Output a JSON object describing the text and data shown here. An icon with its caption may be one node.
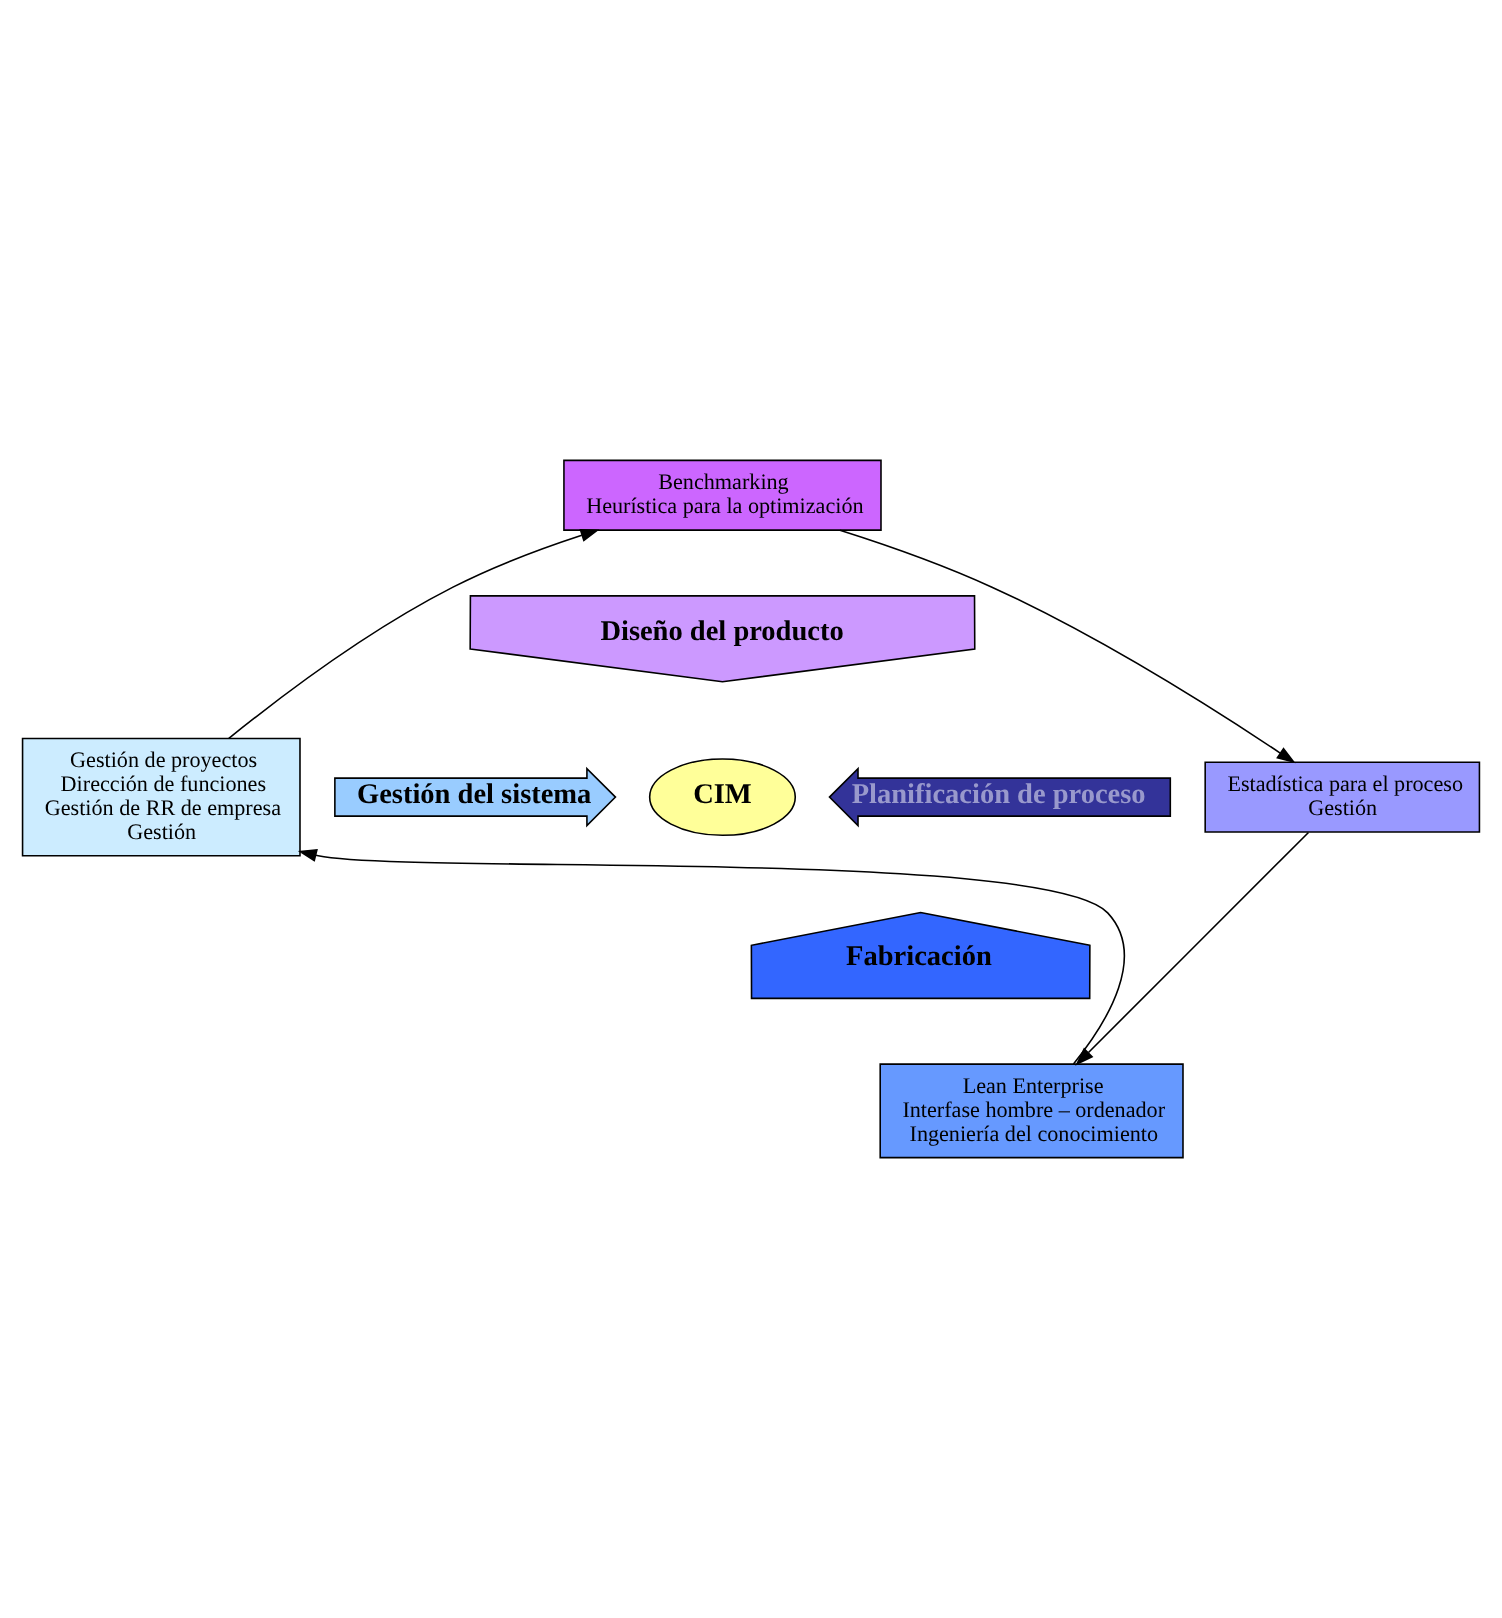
{
  "diagram": {
    "nodes": [
      {
        "text": [
          "Benchmarking",
          "Heurística para la optimización"
        ]
      },
      {
        "text": [
          "Diseño del producto"
        ]
      },
      {
        "text": [
          "Gestión de proyectos",
          "Dirección de funciones",
          "Gestión de RR de empresa",
          "Gestión"
        ]
      },
      {
        "text": [
          "Gestión del sistema"
        ]
      },
      {
        "text": [
          "CIM"
        ]
      },
      {
        "text": [
          "Planificación de proceso"
        ]
      },
      {
        "text": [
          "Estadística para el proceso",
          "Gestión"
        ]
      },
      {
        "text": [
          "Fabricación"
        ]
      },
      {
        "text": [
          "Lean Enterprise",
          "Interfase hombre – ordenador",
          "Ingeniería del conocimiento"
        ]
      }
    ],
    "edges": [
      {
        "from": 2,
        "to": 0,
        "arrow": "to"
      },
      {
        "from": 0,
        "to": 6,
        "arrow": "to"
      },
      {
        "from": 6,
        "to": 8,
        "arrow": "to"
      },
      {
        "from": 8,
        "to": 2,
        "arrow": "to"
      }
    ]
  }
}
